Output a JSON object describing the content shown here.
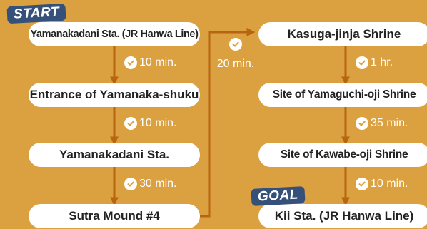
{
  "colors": {
    "background": "#dba040",
    "connector": "#b8650f",
    "badge": "#35517a",
    "box": "#ffffff",
    "text": "#222222"
  },
  "badges": {
    "start": "START",
    "goal": "GOAL"
  },
  "left_column": {
    "stops": [
      "Yamanakadani Sta. (JR Hanwa Line)",
      "Entrance of Yamanaka-shuku",
      "Yamanakadani Sta.",
      "Sutra Mound #4"
    ],
    "durations": [
      "10 min.",
      "10 min.",
      "30 min."
    ]
  },
  "transfer": {
    "duration": "20 min.",
    "icon": "check-circle-icon"
  },
  "right_column": {
    "stops": [
      "Kasuga-jinja Shrine",
      "Site of Yamaguchi-oji Shrine",
      "Site of Kawabe-oji Shrine",
      "Kii Sta. (JR Hanwa Line)"
    ],
    "durations": [
      "1 hr.",
      "35 min.",
      "10 min."
    ]
  }
}
